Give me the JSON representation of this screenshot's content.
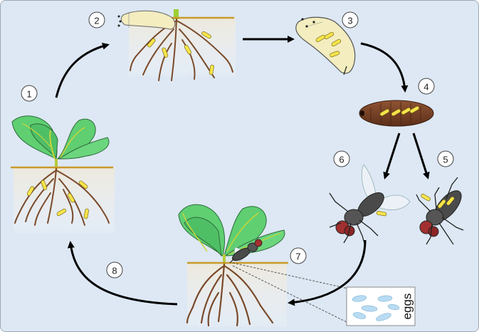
{
  "steps": [
    "1",
    "2",
    "3",
    "4",
    "5",
    "6",
    "7",
    "8"
  ],
  "eggs_label": "eggs",
  "colors": {
    "background": "#dde8f4",
    "leaf": "#5fcf72",
    "leaf_outline": "#2f6b3a",
    "vein": "#c9d43a",
    "root": "#7a4a2a",
    "soil_line": "#c89a2a",
    "larva": "#f3edbf",
    "pupa": "#7a4226",
    "fly_body": "#4a4a4a",
    "fly_eye": "#a33030",
    "egg": "#b9dcf3",
    "arrow": "#000000"
  }
}
